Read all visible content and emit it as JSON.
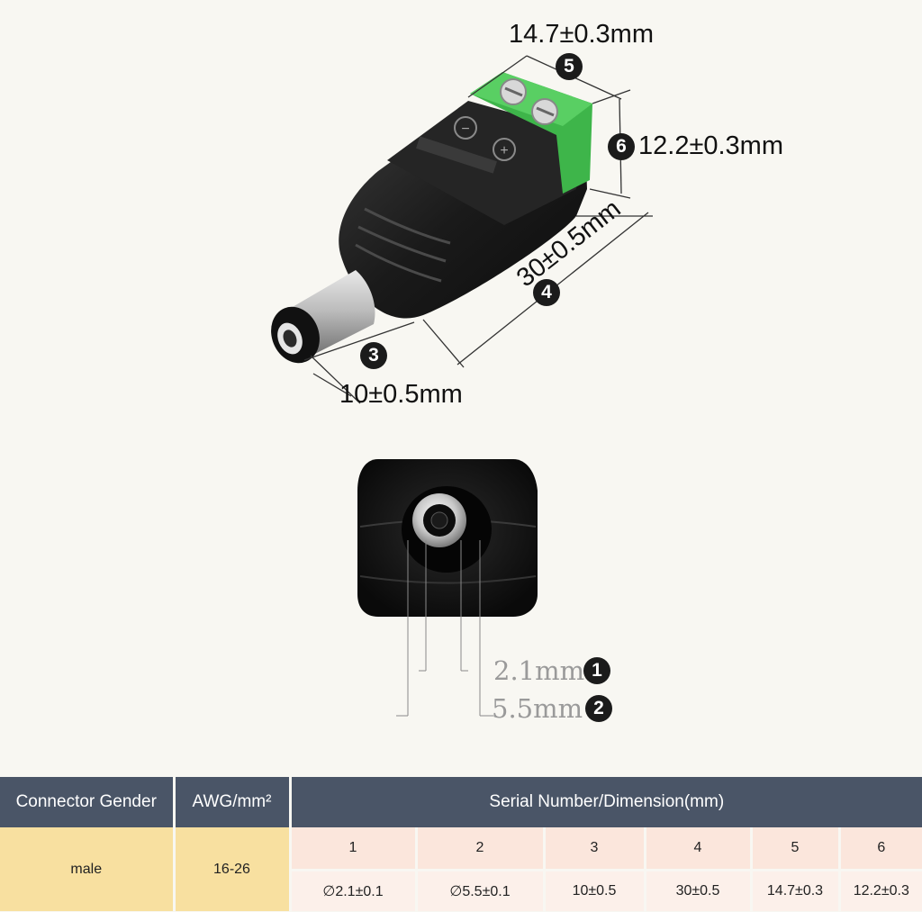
{
  "dimensions": {
    "d5": "14.7±0.3mm",
    "d6": "12.2±0.3mm",
    "d4": "30±0.5mm",
    "d3": "10±0.5mm",
    "d1": "2.1mm",
    "d2": "5.5mm"
  },
  "badges": {
    "b1": "1",
    "b2": "2",
    "b3": "3",
    "b4": "4",
    "b5": "5",
    "b6": "6"
  },
  "terminal_symbols": {
    "minus": "−",
    "plus": "+"
  },
  "table": {
    "headers": {
      "gender": "Connector Gender",
      "awg": "AWG/mm²",
      "serial": "Serial Number/Dimension(mm)"
    },
    "gender_value": "male",
    "awg_value": "16-26",
    "serial_numbers": [
      "1",
      "2",
      "3",
      "4",
      "5",
      "6"
    ],
    "dimension_values": [
      "∅2.1±0.1",
      "∅5.5±0.1",
      "10±0.5",
      "30±0.5",
      "14.7±0.3",
      "12.2±0.3"
    ]
  },
  "colors": {
    "background": "#f8f7f2",
    "header_bg": "#4a5567",
    "yellow_cell": "#f8e0a0",
    "pink_cell": "#fbe6dc",
    "terminal_green": "#3eb54a"
  }
}
